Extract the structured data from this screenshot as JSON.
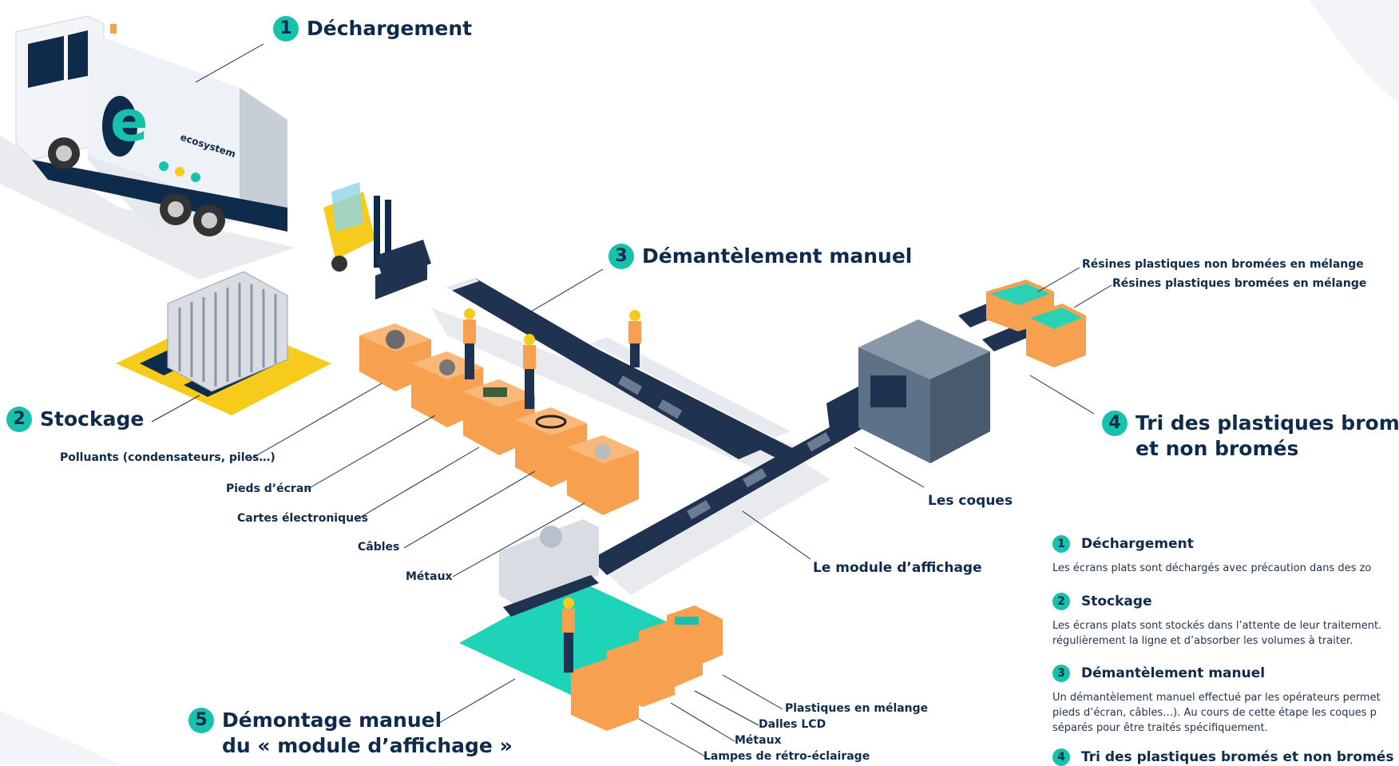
{
  "steps": [
    {
      "num": "1",
      "title": [
        "Déchargement"
      ]
    },
    {
      "num": "2",
      "title": [
        "Stockage"
      ]
    },
    {
      "num": "3",
      "title": [
        "Démantèlement manuel"
      ]
    },
    {
      "num": "4",
      "title": [
        "Tri des plastiques bromés",
        "et non bromés"
      ]
    },
    {
      "num": "5",
      "title": [
        "Démontage manuel",
        "du « module d’affichage »"
      ]
    }
  ],
  "labels": {
    "polluants": "Polluants (condensateurs, piles…)",
    "pieds": "Pieds d’écran",
    "cartes": "Cartes électroniques",
    "cables": "Câbles",
    "metaux": "Métaux",
    "resines_non_bromees": "Résines plastiques non bromées en mélange",
    "resines_bromees": "Résines plastiques bromées en mélange",
    "coques": "Les coques",
    "module": "Le module d’affichage",
    "plastiques_melange": "Plastiques en mélange",
    "dalles_lcd": "Dalles LCD",
    "metaux_2": "Métaux",
    "lampes": "Lampes de rétro-éclairage"
  },
  "truck": {
    "brand": "ecosystem"
  },
  "descriptions": [
    {
      "num": "1",
      "title": "Déchargement",
      "text": [
        "Les écrans plats sont déchargés avec précaution dans des zo"
      ]
    },
    {
      "num": "2",
      "title": "Stockage",
      "text": [
        "Les écrans plats sont stockés dans l’attente de leur traitement.",
        "régulièrement la ligne et d’absorber les volumes à traiter."
      ]
    },
    {
      "num": "3",
      "title": "Démantèlement manuel",
      "text": [
        "Un démantèlement manuel effectué par les opérateurs permet",
        "pieds d’écran, câbles…). Au cours de cette étape les coques p",
        "séparés pour être traités spécifiquement."
      ]
    },
    {
      "num": "4",
      "title": "Tri des plastiques bromés et non bromés",
      "text": []
    }
  ],
  "colors": {
    "accent": "#16c2ab",
    "navy": "#0f2b4c",
    "orange": "#f7a050",
    "yellow": "#f6cb1c",
    "teal_floor": "#1ed3b8"
  }
}
